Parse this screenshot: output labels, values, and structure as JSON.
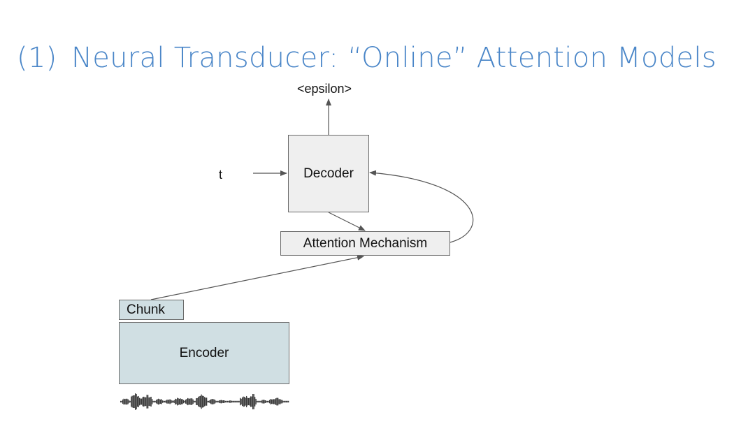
{
  "title": {
    "number": "(1)",
    "text": "Neural Transducer: “Online” Attention Models"
  },
  "diagram": {
    "output_label": "<epsilon>",
    "input_label": "t",
    "decoder_label": "Decoder",
    "attention_label": "Attention Mechanism",
    "chunk_label": "Chunk",
    "encoder_label": "Encoder"
  },
  "icons": {
    "waveform": "audio-waveform-icon"
  },
  "colors": {
    "title": "#4a86c8",
    "box_fill": "#efefef",
    "encoder_fill": "#d0dfe3",
    "stroke": "#555555"
  }
}
